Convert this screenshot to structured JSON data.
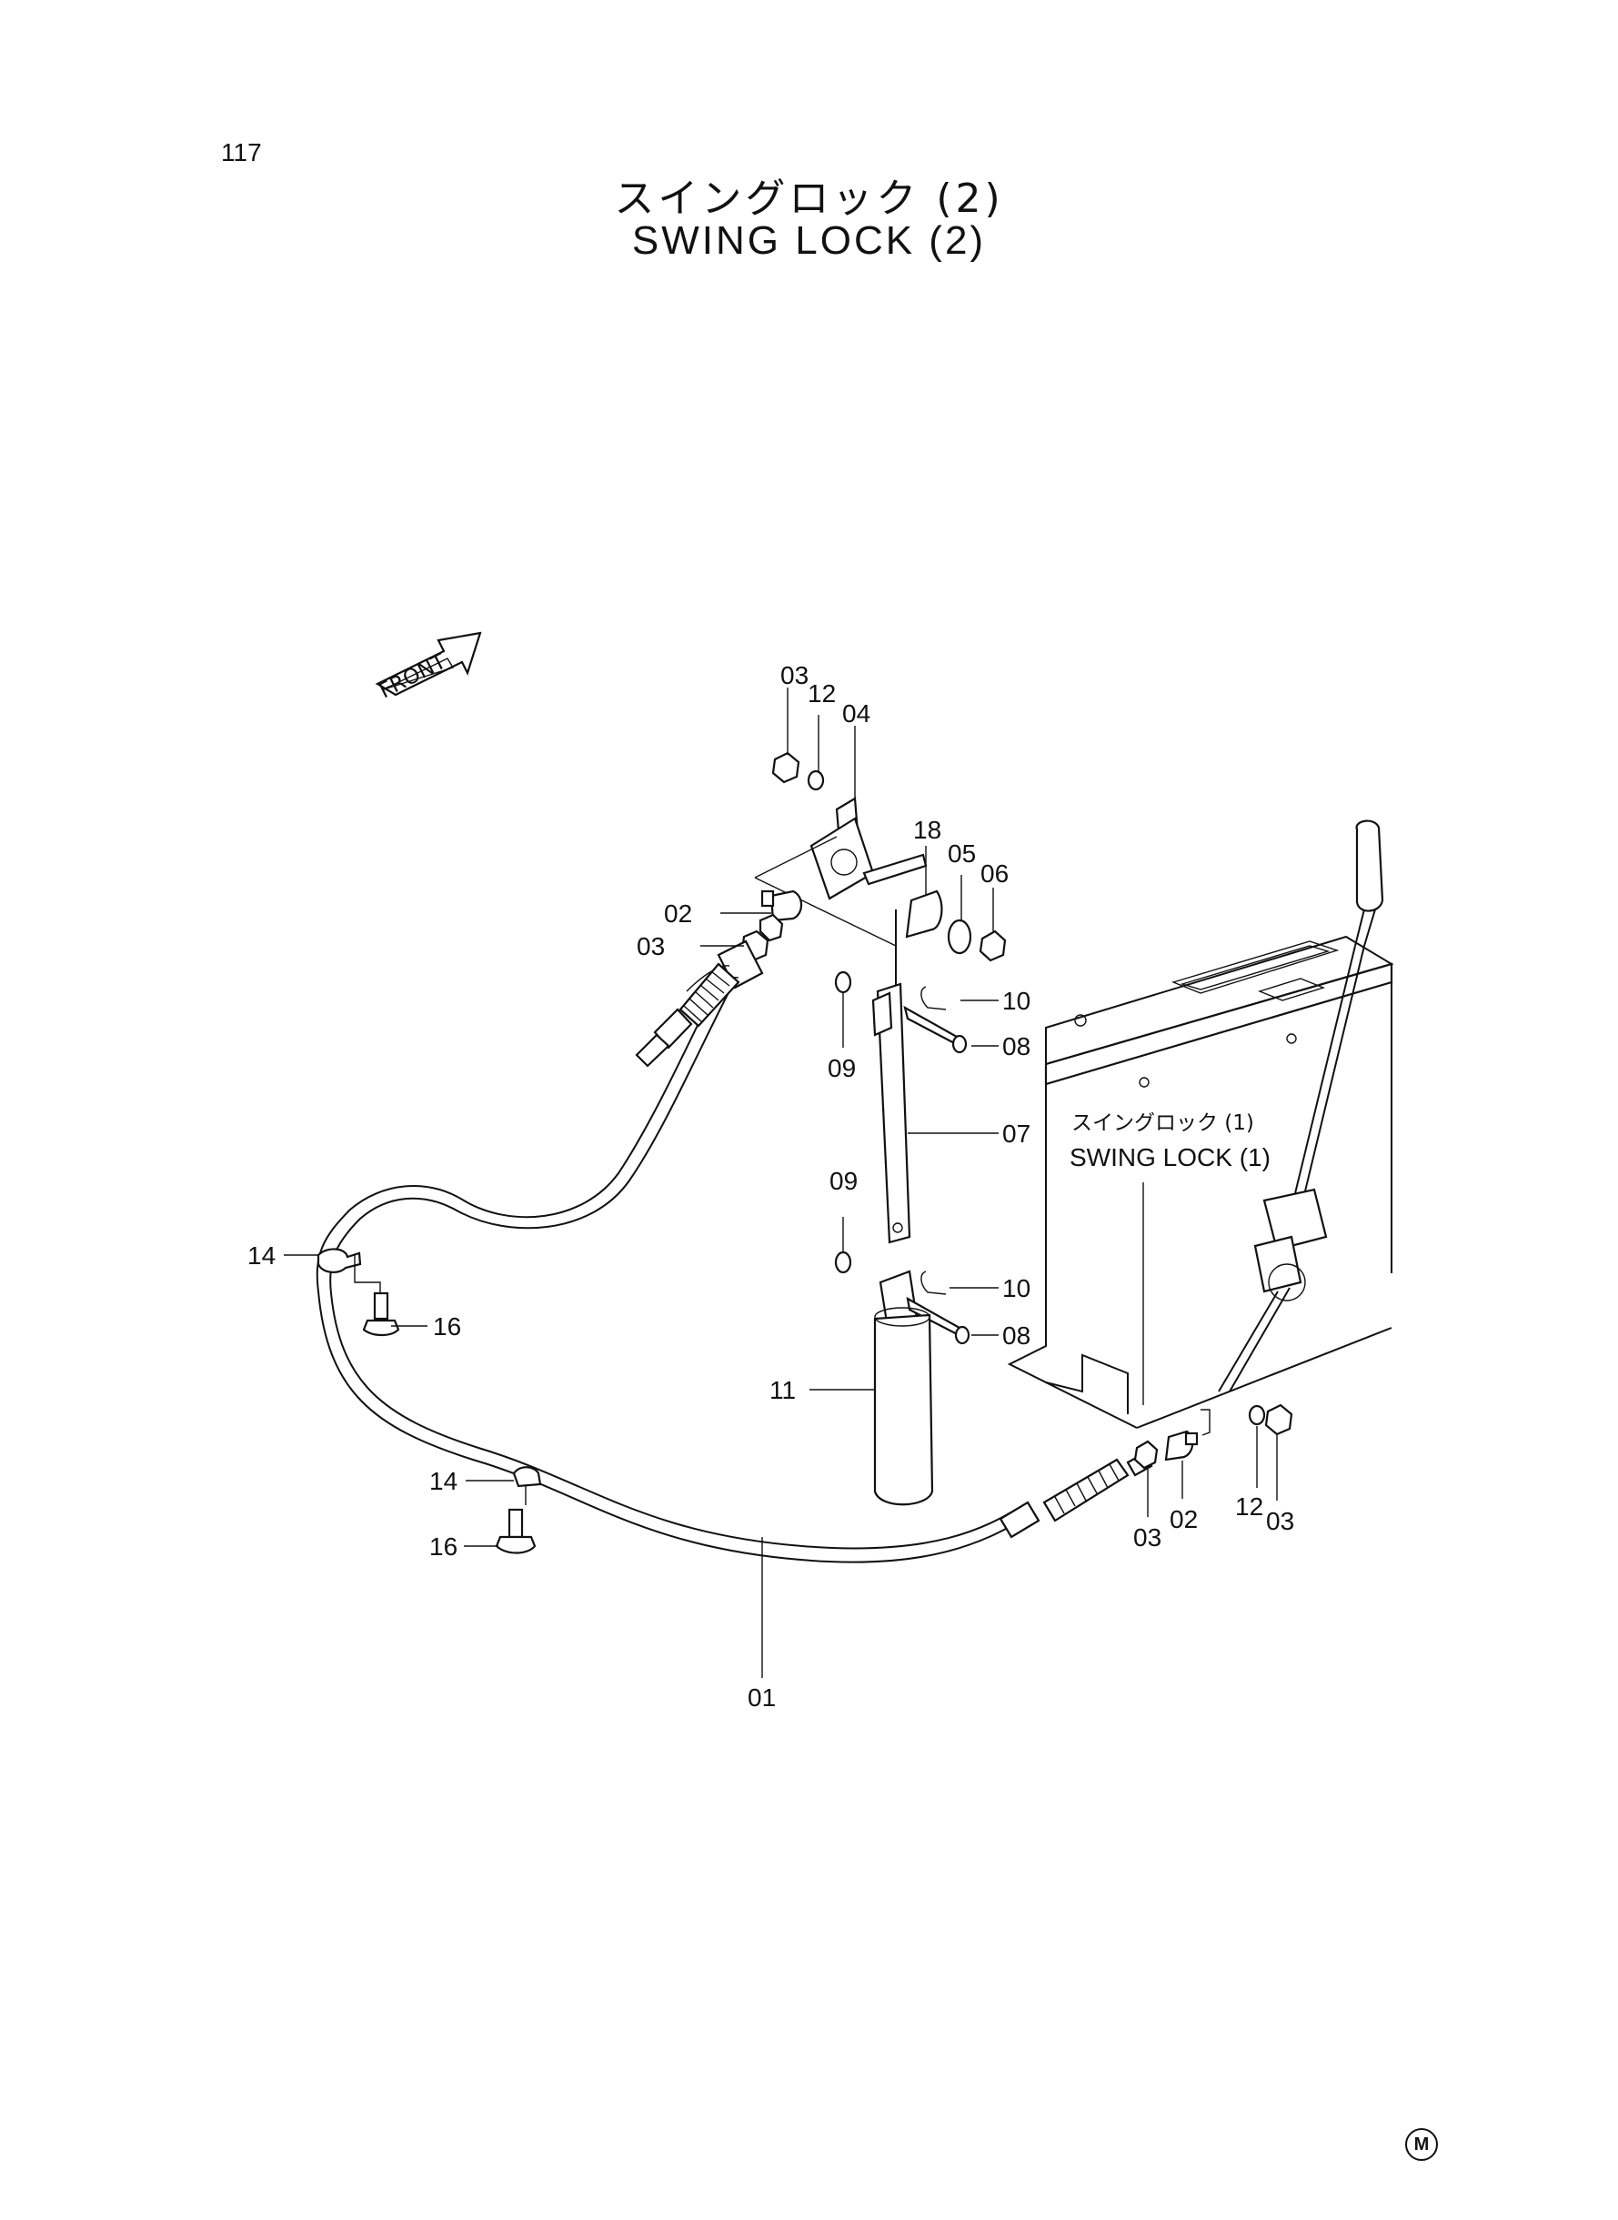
{
  "page_number": "117",
  "title_jp": "スイングロック (2)",
  "title_en": "SWING LOCK (2)",
  "front_label": "FRONT",
  "ref": {
    "jp": "スイングロック (1)",
    "en": "SWING LOCK (1)"
  },
  "callouts": {
    "c01": "01",
    "c02a": "02",
    "c02b": "02",
    "c03a": "03",
    "c03b": "03",
    "c03c": "03",
    "c03d": "03",
    "c04": "04",
    "c05": "05",
    "c06": "06",
    "c07": "07",
    "c08a": "08",
    "c08b": "08",
    "c09a": "09",
    "c09b": "09",
    "c10a": "10",
    "c10b": "10",
    "c11": "11",
    "c12a": "12",
    "c12b": "12",
    "c14a": "14",
    "c14b": "14",
    "c16a": "16",
    "c16b": "16",
    "c18": "18"
  },
  "mark": "M"
}
